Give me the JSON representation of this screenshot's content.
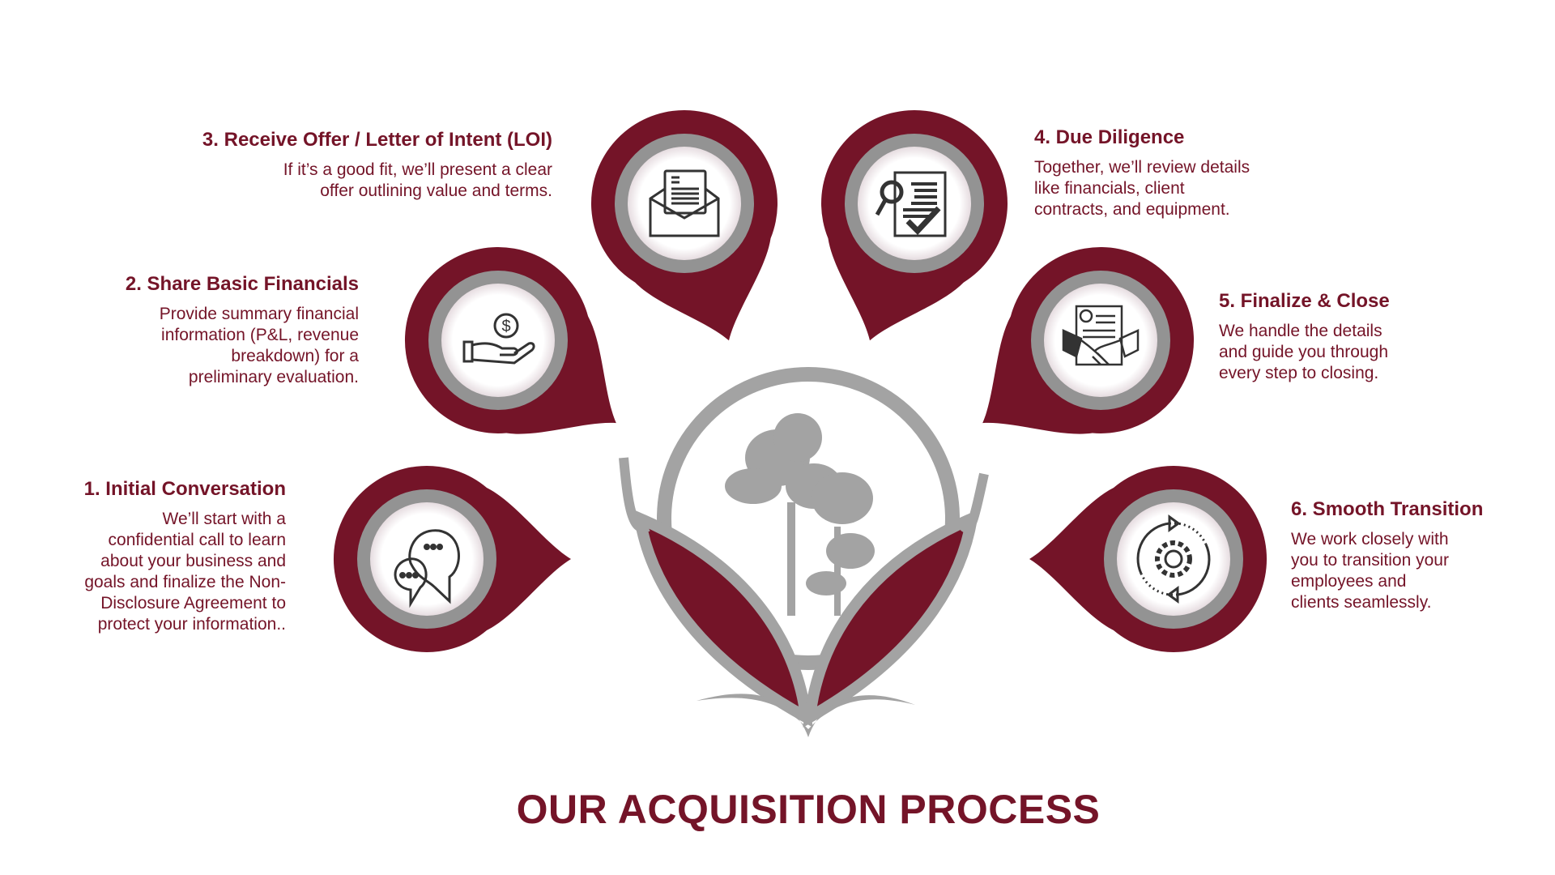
{
  "title": "OUR ACQUISITION PROCESS",
  "colors": {
    "primary": "#741428",
    "ring": "#939393",
    "icon": "#333333"
  },
  "steps": [
    {
      "title": "1. Initial Conversation",
      "lines": [
        "We’ll start with a",
        "confidential call to learn",
        "about your business and",
        "goals and finalize the Non-",
        "Disclosure Agreement to",
        "protect your information.."
      ],
      "icon": "chat-bubbles-icon"
    },
    {
      "title": "2. Share Basic Financials",
      "lines": [
        "Provide summary financial",
        "information (P&L, revenue",
        "breakdown) for a",
        "preliminary evaluation."
      ],
      "icon": "hand-dollar-icon"
    },
    {
      "title": "3. Receive Offer / Letter of Intent (LOI)",
      "lines": [
        "If it’s a good fit, we’ll present a clear",
        "offer outlining value and terms."
      ],
      "icon": "envelope-letter-icon"
    },
    {
      "title": "4. Due Diligence",
      "lines": [
        "Together, we’ll review details",
        "like financials, client",
        "contracts, and equipment."
      ],
      "icon": "document-search-check-icon"
    },
    {
      "title": "5. Finalize & Close",
      "lines": [
        "We handle the details",
        "and guide you through",
        "every step to closing."
      ],
      "icon": "handshake-contract-icon"
    },
    {
      "title": "6. Smooth Transition",
      "lines": [
        "We work closely with",
        "you to transition your",
        "employees and",
        "clients seamlessly."
      ],
      "icon": "gear-cycle-icon"
    }
  ]
}
